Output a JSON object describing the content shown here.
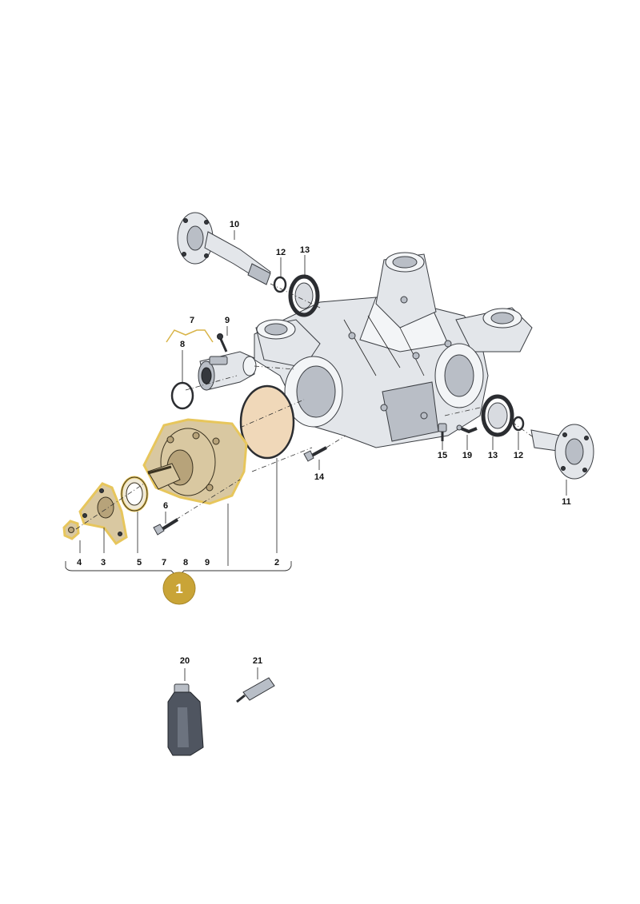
{
  "labels": {
    "p1": "1",
    "p2": "2",
    "p3": "3",
    "p4": "4",
    "p5": "5",
    "p6": "6",
    "p7_top": "7",
    "p7_bottom": "7",
    "p8_top": "8",
    "p8_bottom": "8",
    "p9_top": "9",
    "p9_bottom": "9",
    "p10": "10",
    "p11": "11",
    "p12_left": "12",
    "p12_right": "12",
    "p13_left": "13",
    "p13_right": "13",
    "p14": "14",
    "p15": "15",
    "p19": "19",
    "p20": "20",
    "p21": "21"
  },
  "colors": {
    "highlight_gold": "#e7c65c",
    "badge_fill": "#c9a437",
    "metal": "#e3e6ea",
    "outline": "#3a3d42"
  }
}
